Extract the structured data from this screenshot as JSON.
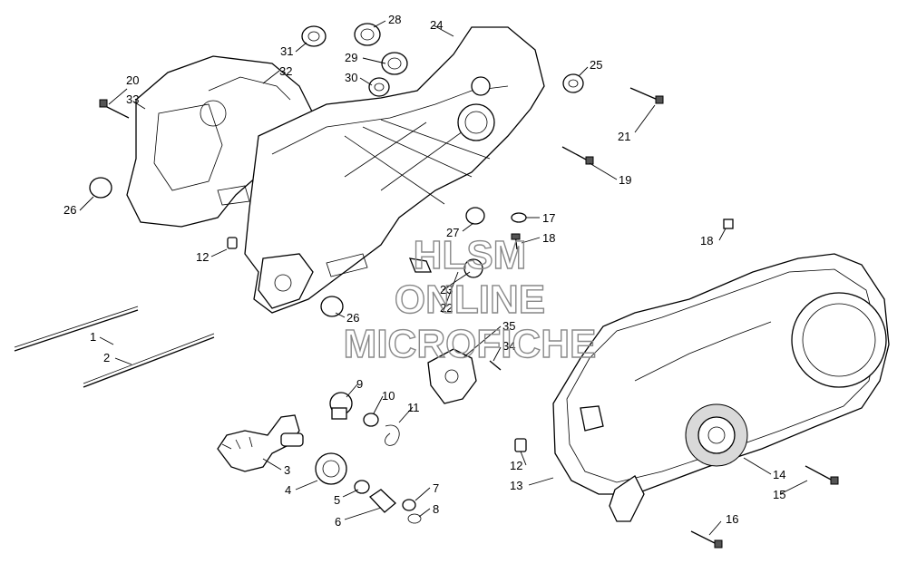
{
  "watermark": {
    "line1": "HLSM",
    "line2": "ONLINE",
    "line3": "MICROFICHE"
  },
  "callouts": [
    "1",
    "2",
    "3",
    "4",
    "5",
    "6",
    "7",
    "8",
    "9",
    "10",
    "11",
    "12",
    "12",
    "13",
    "14",
    "15",
    "16",
    "17",
    "18",
    "18",
    "19",
    "20",
    "21",
    "22",
    "23",
    "24",
    "25",
    "26",
    "26",
    "27",
    "28",
    "29",
    "30",
    "31",
    "32",
    "33",
    "34",
    "35"
  ]
}
